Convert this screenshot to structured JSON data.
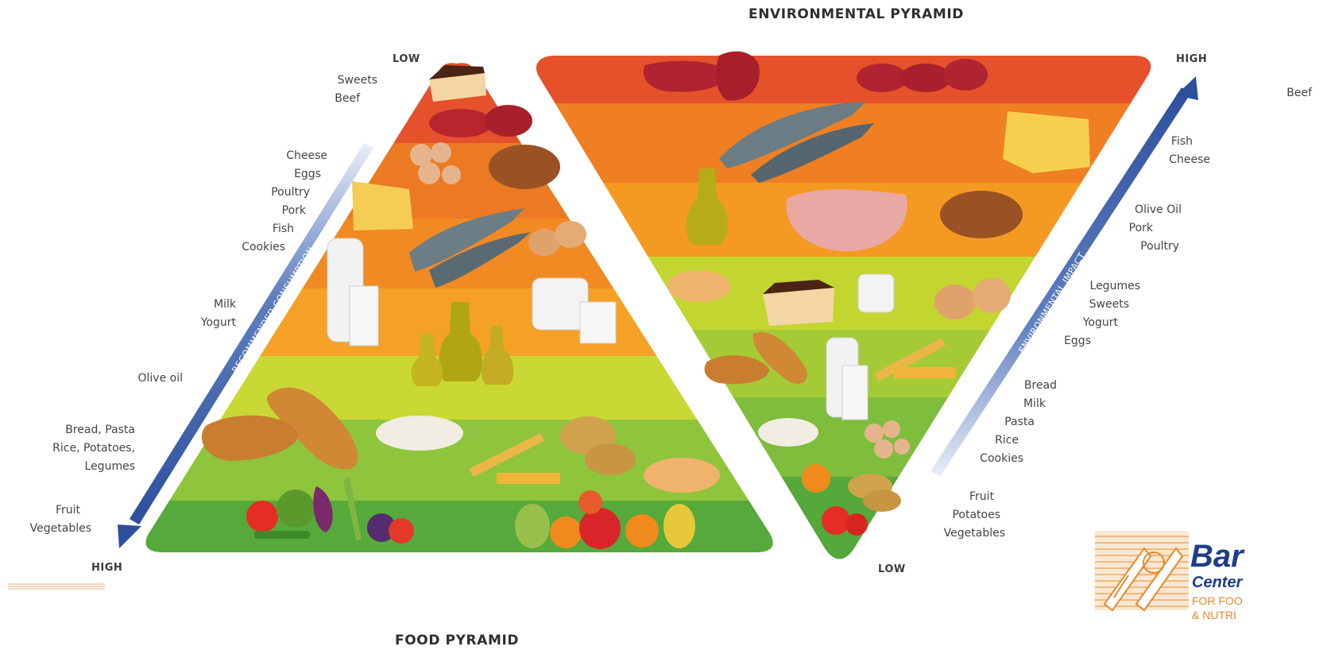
{
  "titles": {
    "environmental": "ENVIRONMENTAL PYRAMID",
    "food": "FOOD PYRAMID"
  },
  "food_pyramid": {
    "axis_label": "RECOMMENDED CONSUMPTION",
    "top_label": "LOW",
    "bottom_label": "HIGH",
    "groups": [
      [
        "Sweets",
        "Beef"
      ],
      [
        "Cheese",
        "Eggs",
        "Poultry",
        "Pork",
        "Fish",
        "Cookies"
      ],
      [
        "Milk",
        "Yogurt"
      ],
      [
        "Olive oil"
      ],
      [
        "Bread, Pasta",
        "Rice, Potatoes,",
        "Legumes"
      ],
      [
        "Fruit",
        "Vegetables"
      ]
    ]
  },
  "environmental_pyramid": {
    "axis_label": "ENVIRONMENTAL IMPACT",
    "top_label": "HIGH",
    "bottom_label": "LOW",
    "groups": [
      [
        "Beef"
      ],
      [
        "Fish",
        "Cheese"
      ],
      [
        "Olive Oil",
        "Pork",
        "Poultry"
      ],
      [
        "Legumes",
        "Sweets",
        "Yogurt",
        "Eggs"
      ],
      [
        "Bread",
        "Milk",
        "Pasta",
        "Rice",
        "Cookies"
      ],
      [
        "Fruit",
        "Potatoes",
        "Vegetables"
      ]
    ]
  },
  "logo": {
    "name": "Bar",
    "line2": "Center",
    "line3": "FOR FOO",
    "line4": "& NUTRI"
  },
  "colors": {
    "band_red": "#e4512a",
    "band_dark_orange": "#ec7a22",
    "band_orange": "#f49a22",
    "band_yellow_green": "#c3d52f",
    "band_light_green": "#8ec43c",
    "band_green": "#55a83a",
    "axis_blue": "#3c5ea8",
    "logo_navy": "#1f3d8a",
    "logo_orange": "#e8892b"
  }
}
